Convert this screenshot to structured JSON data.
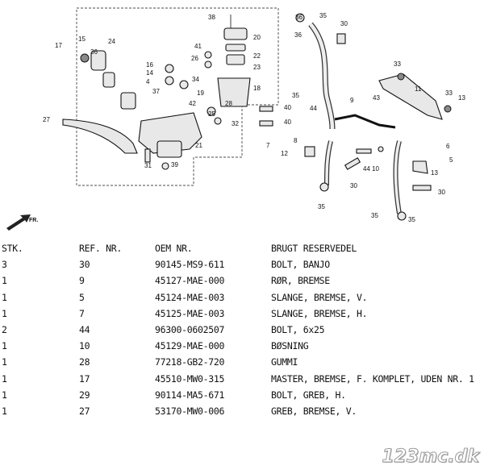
{
  "diagram": {
    "callouts": [
      "38",
      "20",
      "35",
      "30",
      "36",
      "24",
      "15",
      "36",
      "17",
      "41",
      "26",
      "33",
      "22",
      "23",
      "16",
      "14",
      "4",
      "35",
      "18",
      "11",
      "37",
      "34",
      "13",
      "42",
      "25",
      "44",
      "9",
      "43",
      "33",
      "40",
      "40",
      "27",
      "19",
      "28",
      "32",
      "7",
      "12",
      "8",
      "21",
      "31",
      "39",
      "6",
      "5",
      "44",
      "10",
      "30",
      "13",
      "35",
      "30",
      "35",
      "35",
      "36"
    ],
    "orientation_label": "FR."
  },
  "table": {
    "headers": [
      "STK.",
      "REF. NR.",
      "OEM NR.",
      "BRUGT RESERVEDEL"
    ],
    "rows": [
      [
        "3",
        "30",
        "90145-MS9-611",
        "BOLT, BANJO"
      ],
      [
        "1",
        "9",
        "45127-MAE-000",
        "RØR, BREMSE"
      ],
      [
        "1",
        "5",
        "45124-MAE-003",
        "SLANGE, BREMSE, V."
      ],
      [
        "1",
        "7",
        "45125-MAE-003",
        "SLANGE, BREMSE, H."
      ],
      [
        "2",
        "44",
        "96300-0602507",
        "BOLT, 6x25"
      ],
      [
        "1",
        "10",
        "45129-MAE-000",
        "BØSNING"
      ],
      [
        "1",
        "28",
        "77218-GB2-720",
        "GUMMI"
      ],
      [
        "1",
        "17",
        "45510-MW0-315",
        "MASTER, BREMSE, F. KOMPLET, UDEN NR. 1"
      ],
      [
        "1",
        "29",
        "90114-MA5-671",
        "BOLT, GREB, H."
      ],
      [
        "1",
        "27",
        "53170-MW0-006",
        "GREB, BREMSE, V."
      ]
    ]
  },
  "watermark": "123mc.dk"
}
